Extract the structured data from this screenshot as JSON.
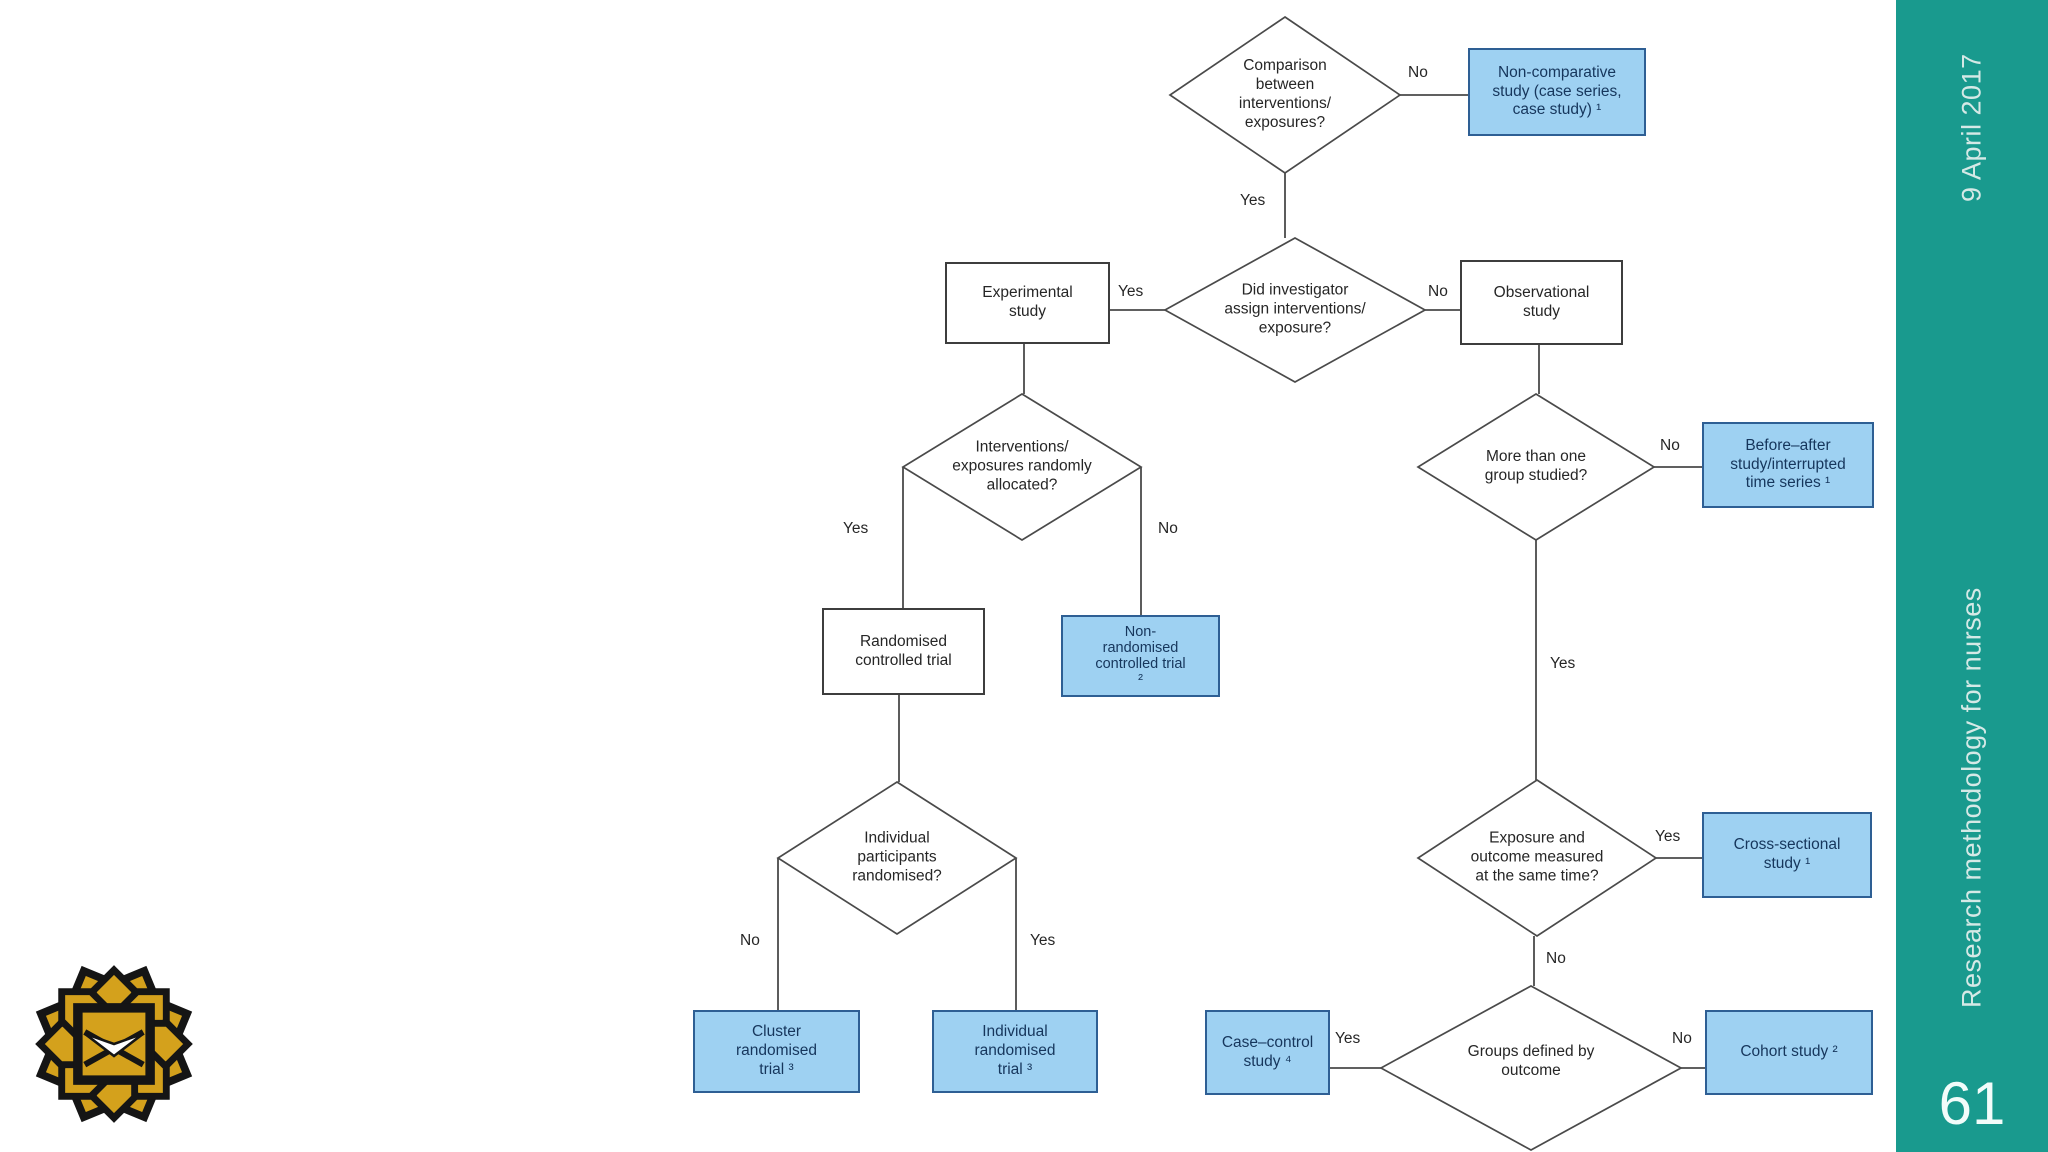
{
  "sidebar": {
    "date": "9 April 2017",
    "footer": "Research methodology for nurses",
    "page_number": "61",
    "background_color": "#199A8E"
  },
  "colors": {
    "result_box_fill": "#9ED1F2",
    "result_box_border": "#2E5F94",
    "result_box_text": "#16365C",
    "plain_box_border": "#3D3D3D",
    "connector": "#4A4A4A",
    "logo_gold": "#D4A11C",
    "logo_black": "#151515"
  },
  "labels": {
    "yes": "Yes",
    "no": "No"
  },
  "decisions": {
    "comparison": {
      "text": "Comparison\nbetween\ninterventions/\nexposures?"
    },
    "assign": {
      "text": "Did investigator\nassign interventions/\nexposure?"
    },
    "random_alloc": {
      "text": "Interventions/\nexposures randomly\nallocated?"
    },
    "individual_rand": {
      "text": "Individual\nparticipants\nrandomised?"
    },
    "more_groups": {
      "text": "More than one\ngroup studied?"
    },
    "same_time": {
      "text": "Exposure and\noutcome measured\nat the same time?"
    },
    "groups_outcome": {
      "text": "Groups defined by\noutcome"
    }
  },
  "nodes": {
    "experimental": {
      "text": "Experimental\nstudy"
    },
    "observational": {
      "text": "Observational\nstudy"
    },
    "rct": {
      "text": "Randomised\ncontrolled trial"
    },
    "non_comparative": {
      "text": "Non-comparative\nstudy (case series,\ncase study) ¹"
    },
    "non_randomised": {
      "text": "Non-\nrandomised\ncontrolled trial\n²"
    },
    "cluster": {
      "text": "Cluster\nrandomised\ntrial ³"
    },
    "individual": {
      "text": "Individual\nrandomised\ntrial ³"
    },
    "before_after": {
      "text": "Before–after\nstudy/interrupted\ntime series ¹"
    },
    "cross_sectional": {
      "text": "Cross-sectional\nstudy ¹"
    },
    "case_control": {
      "text": "Case–control\nstudy ⁴"
    },
    "cohort": {
      "text": "Cohort study ²"
    }
  }
}
